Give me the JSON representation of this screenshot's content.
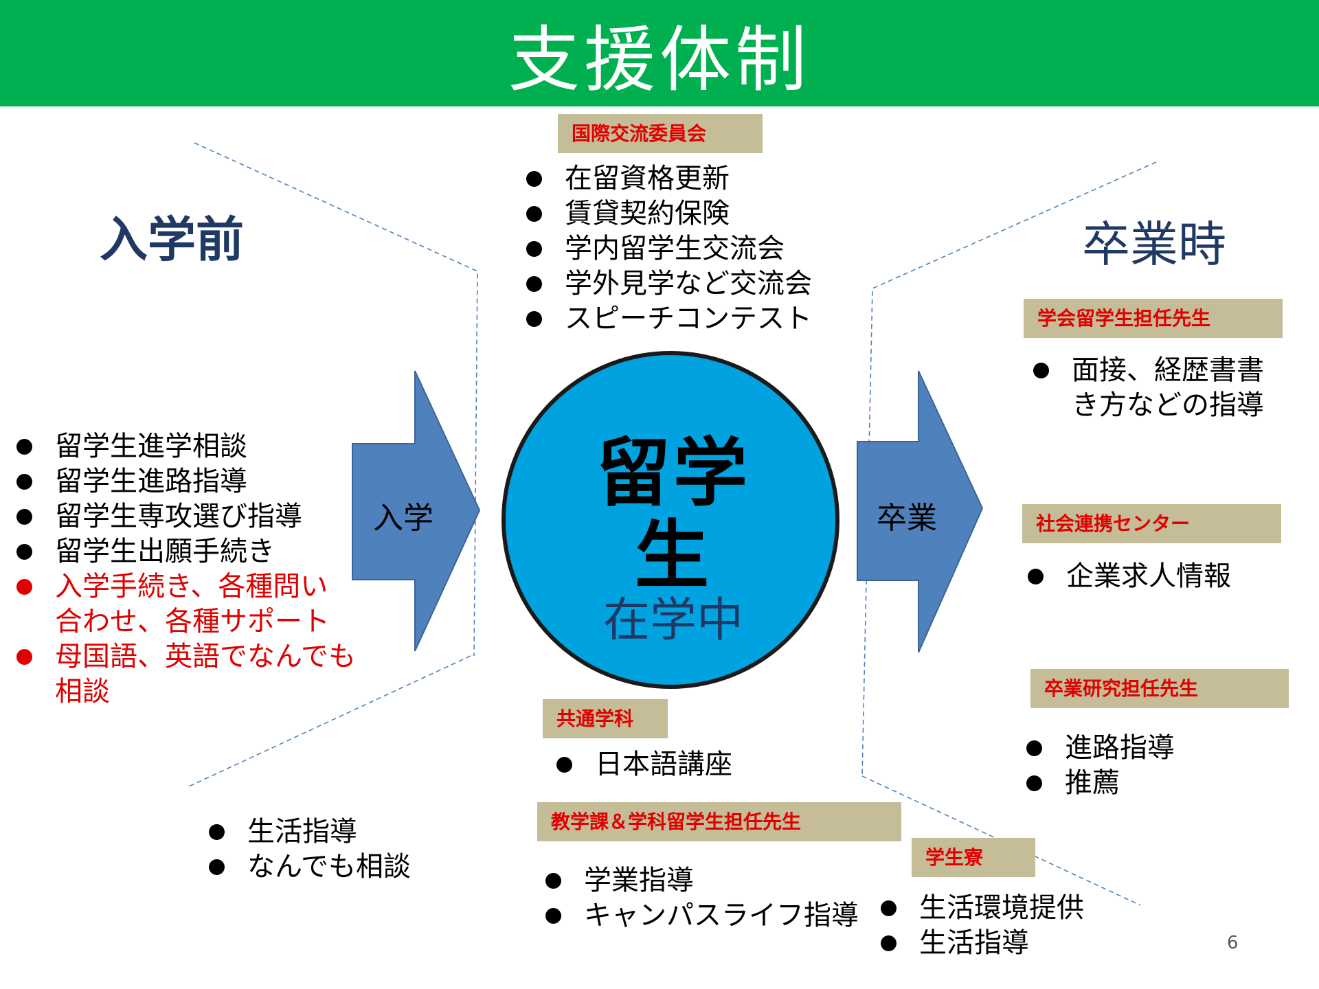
{
  "title": "支援体制",
  "phases": {
    "before": "入学前",
    "graduation": "卒業時"
  },
  "arrows": {
    "enter": "入学",
    "graduate": "卒業"
  },
  "center": {
    "main_line1": "留学",
    "main_line2": "生",
    "sub": "在学中"
  },
  "colors": {
    "header": "#00b050",
    "tag_bg": "#c4bd97",
    "tag_text": "#e00000",
    "arrow": "#4f81bd",
    "circle": "#00a2e0",
    "phase_text": "#1f3864"
  },
  "left_list": {
    "items": [
      {
        "lines": [
          "留学生進学相談"
        ],
        "red": false
      },
      {
        "lines": [
          "留学生進路指導"
        ],
        "red": false
      },
      {
        "lines": [
          "留学生専攻選び指導"
        ],
        "red": false
      },
      {
        "lines": [
          "留学生出願手続き"
        ],
        "red": false
      },
      {
        "lines": [
          "入学手続き、各種問い",
          "合わせ、各種サポート"
        ],
        "red": true
      },
      {
        "lines": [
          "母国語、英語でなんでも",
          "相談"
        ],
        "red": true
      }
    ]
  },
  "bottom_left_list": [
    "生活指導",
    "なんでも相談"
  ],
  "groups": {
    "international": {
      "tag": "国際交流委員会",
      "items": [
        "在留資格更新",
        "賃貸契約保険",
        "学内留学生交流会",
        "学外見学など交流会",
        "スピーチコンテスト"
      ]
    },
    "common": {
      "tag": "共通学科",
      "items": [
        "日本語講座"
      ]
    },
    "academic": {
      "tag": "教学課＆学科留学生担任先生",
      "items": [
        "学業指導",
        "キャンパスライフ指導"
      ]
    },
    "dorm": {
      "tag": "学生寮",
      "items": [
        "生活環境提供",
        "生活指導"
      ]
    },
    "society_teacher": {
      "tag": "学会留学生担任先生",
      "items": [
        [
          "面接、経歴書書",
          "き方などの指導"
        ]
      ]
    },
    "collab_center": {
      "tag": "社会連携センター",
      "items": [
        "企業求人情報"
      ]
    },
    "research_teacher": {
      "tag": "卒業研究担任先生",
      "items": [
        "進路指導",
        "推薦"
      ]
    }
  },
  "page_number": "6"
}
